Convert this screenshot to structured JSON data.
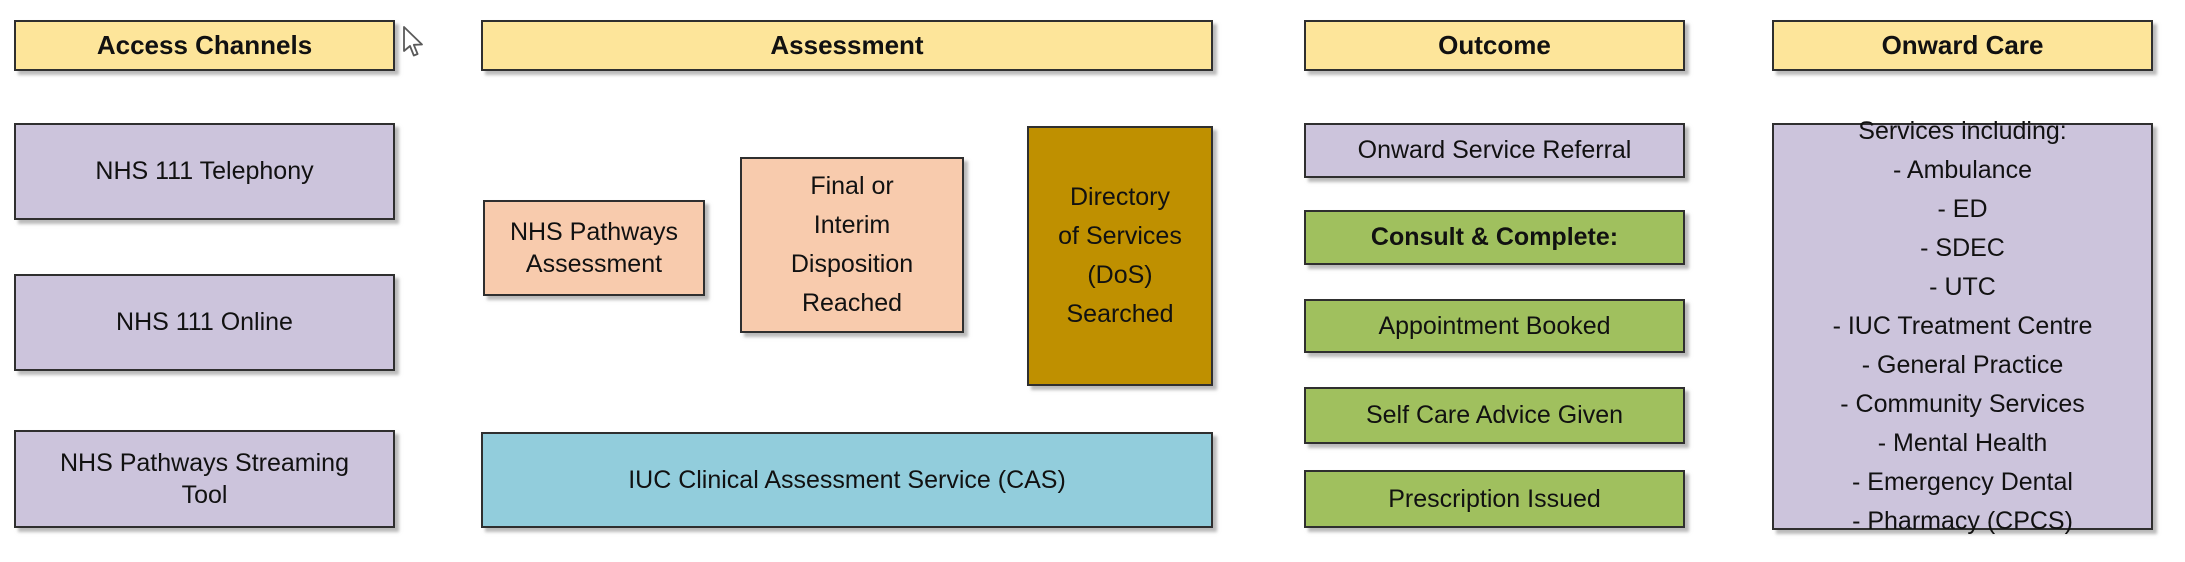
{
  "colors": {
    "header_fill": "#FDE59A",
    "purple_fill": "#CCC4DC",
    "peach_fill": "#F8CBAD",
    "gold_fill": "#BF9000",
    "blue_fill": "#92CDDC",
    "green_fill": "#A0C05E",
    "border": "#2f2f2f",
    "text": "#111111"
  },
  "columns": {
    "access_channels": {
      "header": "Access Channels",
      "items": {
        "telephony": "NHS 111 Telephony",
        "online": "NHS 111 Online",
        "streaming_tool": "NHS Pathways Streaming Tool"
      }
    },
    "assessment": {
      "header": "Assessment",
      "nhs_pathways_assessment": "NHS Pathways Assessment",
      "final_interim_disposition": {
        "lines": [
          "Final or",
          "Interim",
          "Disposition",
          "Reached"
        ]
      },
      "dos_searched": {
        "lines": [
          "Directory",
          "of Services",
          "(DoS)",
          "Searched"
        ]
      },
      "iuc_cas": "IUC Clinical Assessment Service (CAS)"
    },
    "outcome": {
      "header": "Outcome",
      "onward_service_referral": "Onward Service Referral",
      "consult_complete": "Consult & Complete:",
      "appointment_booked": "Appointment Booked",
      "self_care_advice": "Self Care Advice Given",
      "prescription_issued": "Prescription Issued"
    },
    "onward_care": {
      "header": "Onward Care",
      "title": "Services including:",
      "services": [
        "- Ambulance",
        "- ED",
        "- SDEC",
        "- UTC",
        "- IUC Treatment Centre",
        "- General Practice",
        "- Community Services",
        "- Mental Health",
        "- Emergency Dental",
        "- Pharmacy (CPCS)"
      ]
    }
  }
}
